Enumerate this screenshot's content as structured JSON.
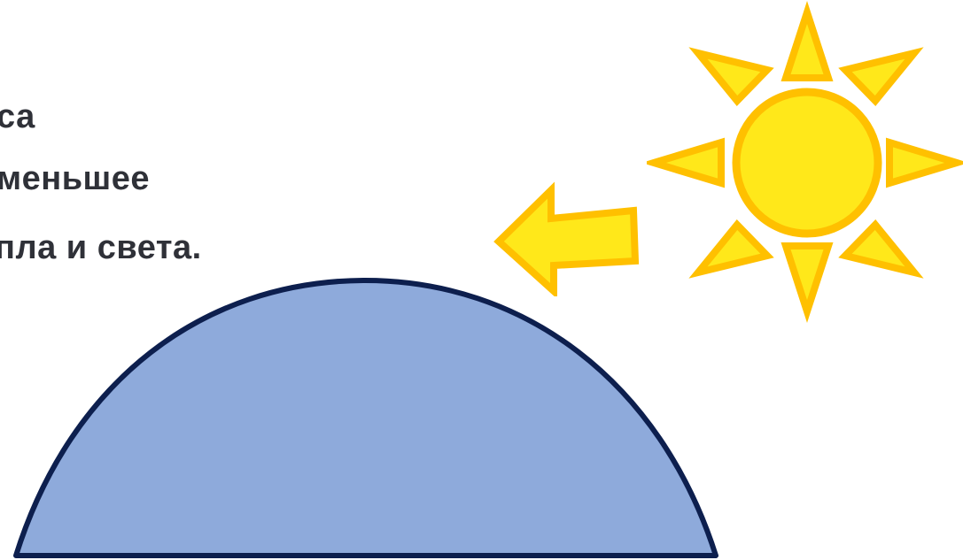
{
  "text": {
    "line1": "са",
    "line2": "меньшее",
    "line3": "пла и света."
  },
  "colors": {
    "text": "#2f3138",
    "hemisphere_fill": "#8eaadb",
    "hemisphere_stroke": "#0d1f4e",
    "sun_fill": "#ffe81a",
    "sun_stroke": "#ffc000",
    "arrow_fill": "#ffe81a",
    "arrow_stroke": "#ffc000"
  },
  "icons": {
    "sun": "sun-icon",
    "arrow": "arrow-left-icon",
    "hemisphere": "earth-hemisphere-icon"
  }
}
